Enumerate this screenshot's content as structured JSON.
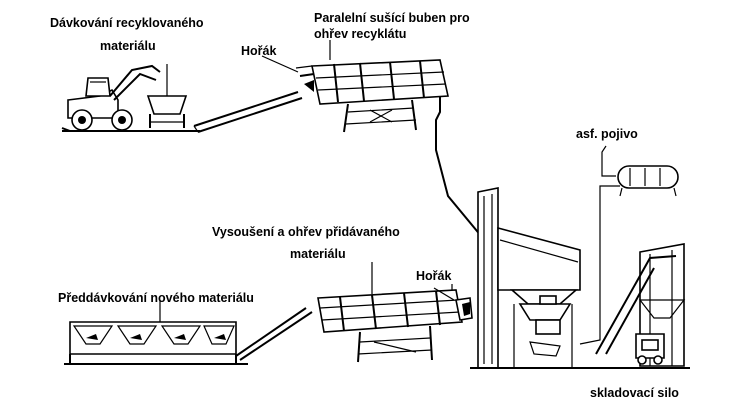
{
  "labels": {
    "davkovani_recyklovaneho": [
      "Dávkování recyklovaného",
      "materiálu"
    ],
    "paralelni_buben": [
      "Paralelní sušící buben pro",
      "ohřev recyklátu"
    ],
    "horak_top": "Hořák",
    "asf_pojivo": "asf. pojivo",
    "vysouseni": [
      "Vysoušení a ohřev přidávaného",
      "materiálu"
    ],
    "horak_mid": "Hořák",
    "preddavkovani": "Předdávkování nového materiálu",
    "skladovaci_silo": "skladovací silo"
  }
}
